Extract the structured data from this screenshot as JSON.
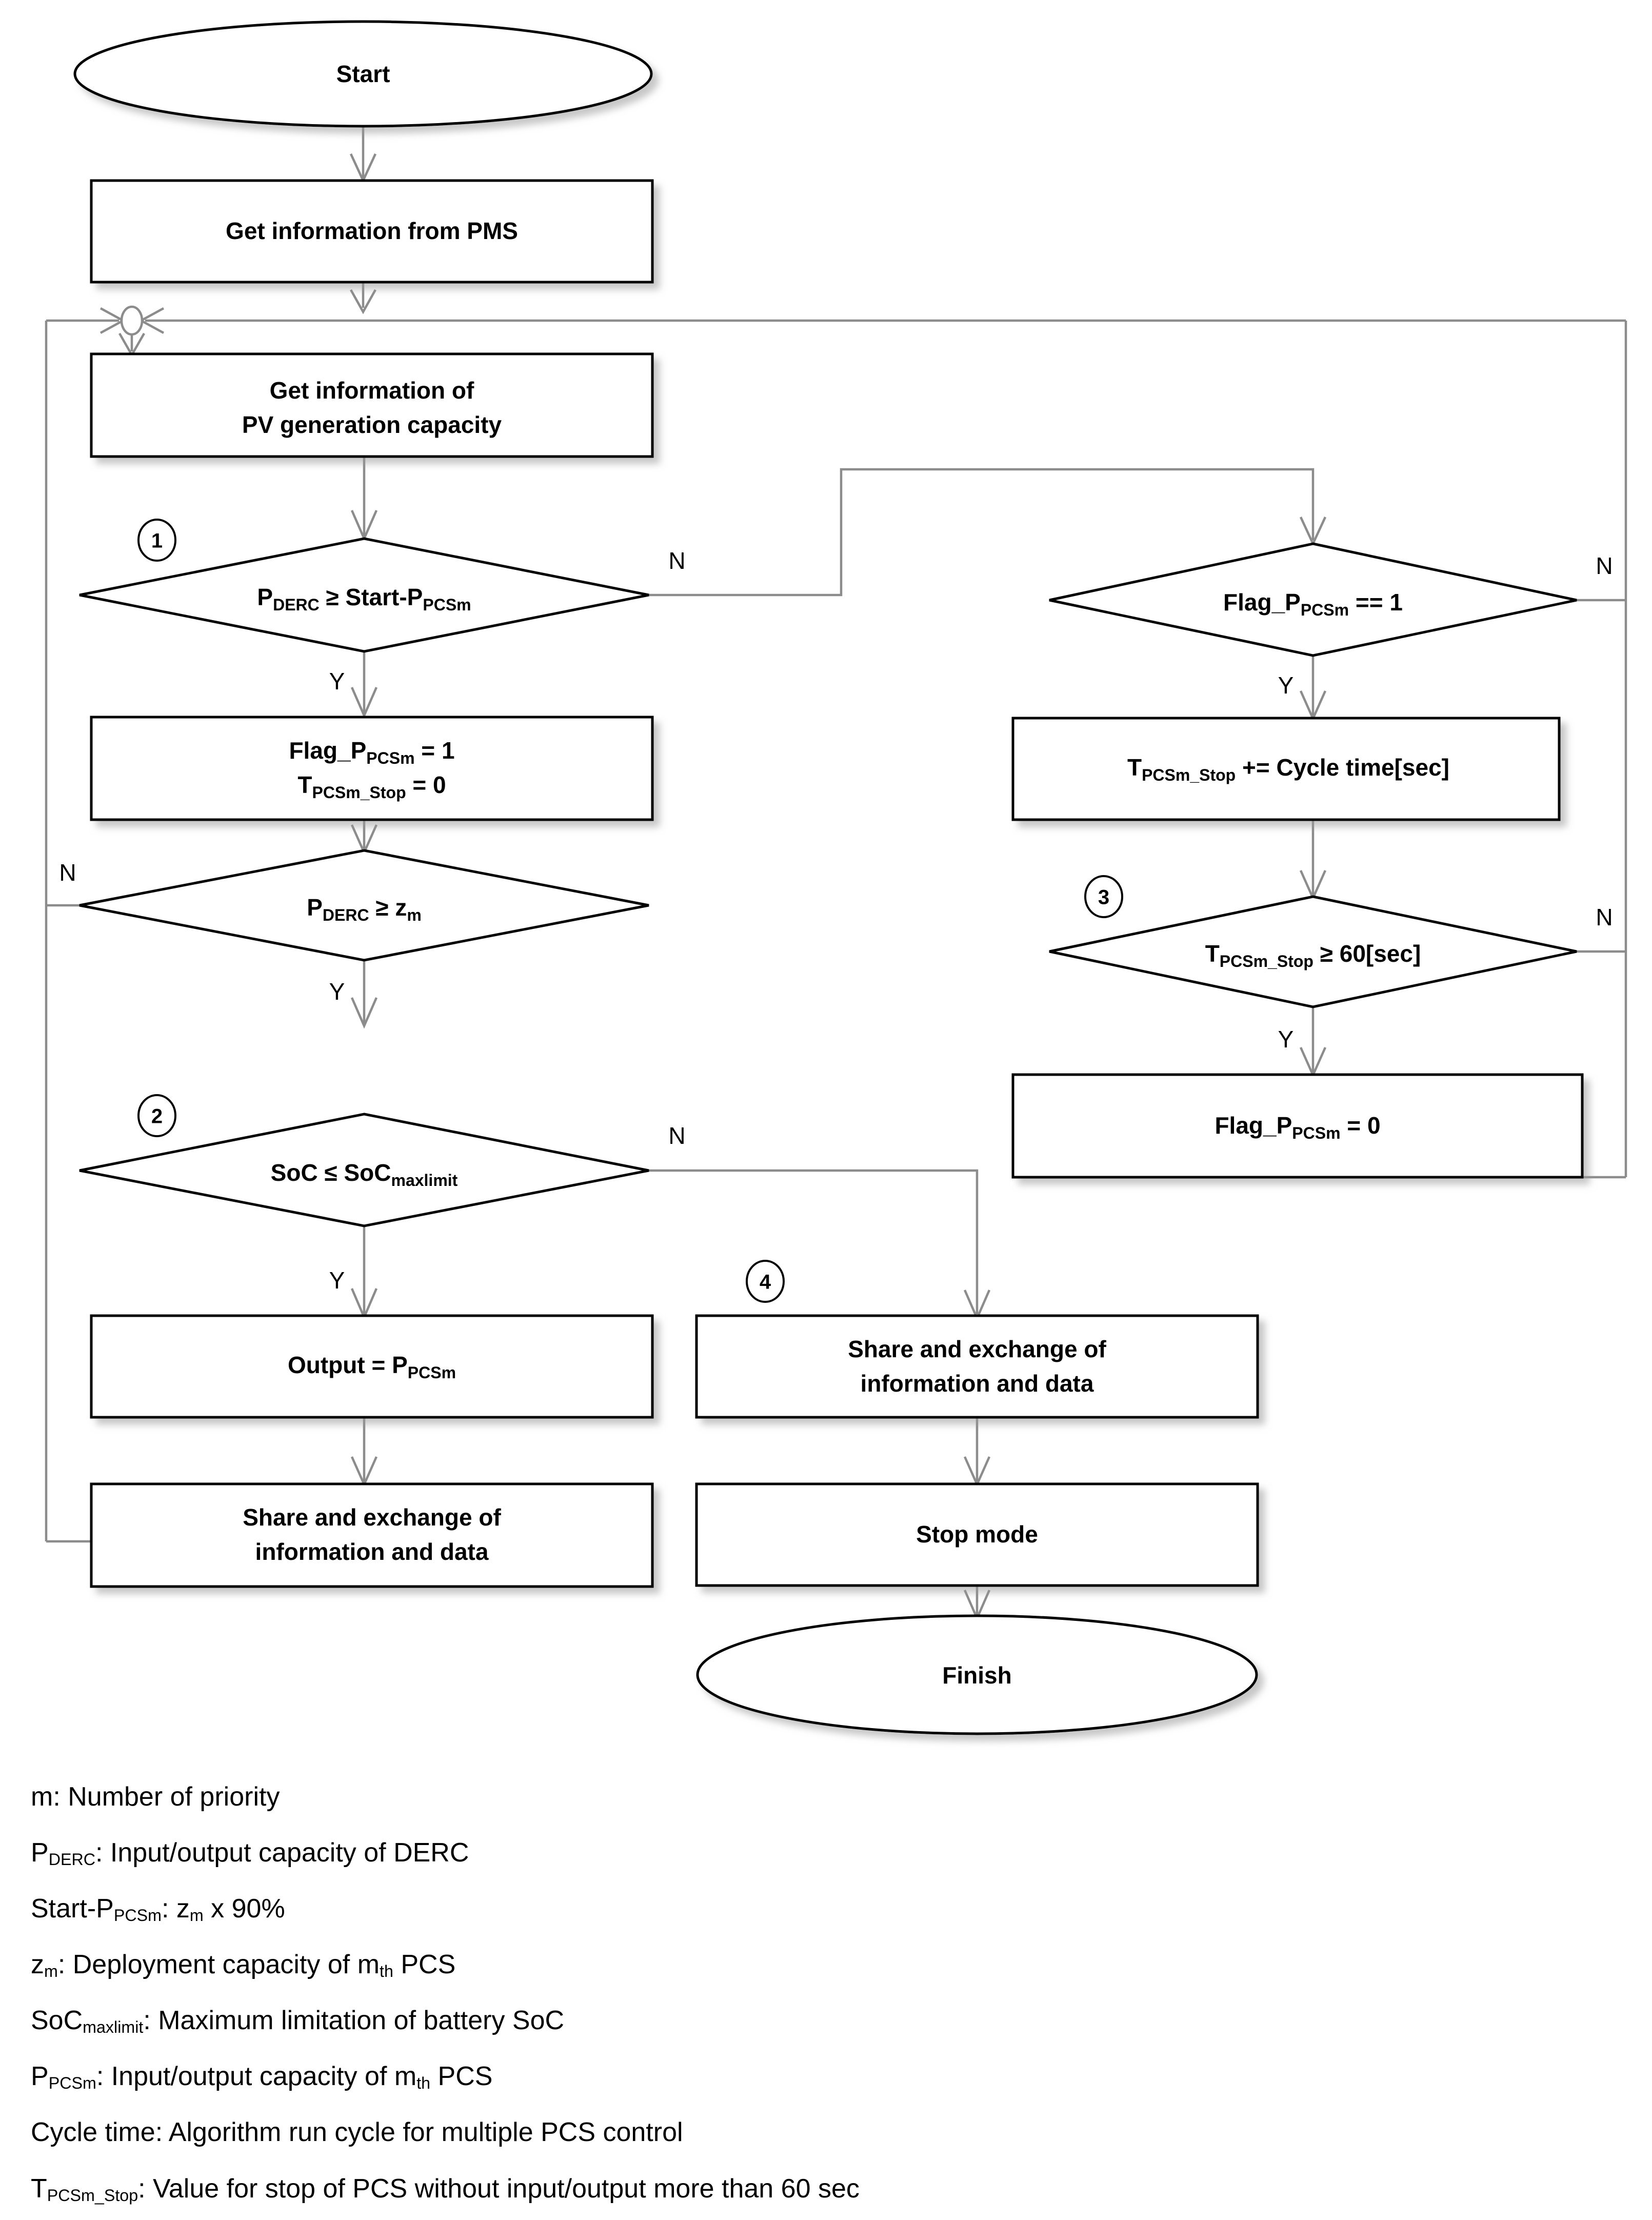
{
  "diagram": {
    "title": "PCS control algorithm flowchart",
    "colors": {
      "shape_stroke": "#000000",
      "connector": "#8c8c8c",
      "shape_fill": "#ffffff",
      "text": "#000000"
    },
    "nodes": {
      "start": {
        "label": "Start",
        "type": "terminator"
      },
      "get_info_pms": {
        "label": "Get information from PMS",
        "type": "process"
      },
      "get_info_pv_line1": {
        "label": "Get information of",
        "type": "process"
      },
      "get_info_pv_line2": {
        "label": "PV generation capacity",
        "type": "process"
      },
      "decision1": {
        "marker": "1",
        "text_main": "P",
        "text_sub1": "DERC",
        "text_mid": " ≥ Start-P",
        "text_sub2": "PCSm",
        "full": "P_DERC ≥ Start-P_PCSm",
        "type": "decision"
      },
      "flag_set": {
        "line1_main": "Flag_P",
        "line1_sub": "PCSm",
        "line1_tail": " = 1",
        "line2_main": "T",
        "line2_sub": "PCSm_Stop",
        "line2_tail": " = 0",
        "type": "process"
      },
      "decision_zm": {
        "text_main": "P",
        "text_sub1": "DERC",
        "text_mid": " ≥ z",
        "text_sub2": "m",
        "full": "P_DERC ≥ z_m",
        "type": "decision"
      },
      "decision_soc": {
        "marker": "2",
        "text_main": "SoC ≤ SoC",
        "text_sub1": "maxlimit",
        "full": "SoC ≤ SoC_maxlimit",
        "type": "decision"
      },
      "output_pcsm": {
        "text_main": "Output = P",
        "text_sub1": "PCSm",
        "full": "Output = P_PCSm",
        "type": "process"
      },
      "share_left_line1": {
        "label": "Share and exchange of",
        "type": "process"
      },
      "share_left_line2": {
        "label": "information and data",
        "type": "process"
      },
      "decision_flag": {
        "text_main": "Flag_P",
        "text_sub1": "PCSm",
        "text_tail": " == 1",
        "full": "Flag_P_PCSm == 1",
        "type": "decision"
      },
      "accumulate_time": {
        "text_main": "T",
        "text_sub1": "PCSm_Stop",
        "text_tail": " += Cycle time[sec]",
        "full": "T_PCSm_Stop += Cycle time[sec]",
        "type": "process"
      },
      "decision_60sec": {
        "marker": "3",
        "text_main": "T",
        "text_sub1": "PCSm_Stop",
        "text_tail": " ≥ 60[sec]",
        "full": "T_PCSm_Stop ≥ 60[sec]",
        "type": "decision"
      },
      "flag_clear": {
        "text_main": "Flag_P",
        "text_sub1": "PCSm",
        "text_tail": " = 0",
        "full": "Flag_P_PCSm = 0",
        "type": "process"
      },
      "share_right_line1": {
        "label": "Share and exchange of",
        "type": "process"
      },
      "share_right_line2": {
        "label": "information and data",
        "type": "process"
      },
      "share_right_marker": "4",
      "stop_mode": {
        "label": "Stop mode",
        "type": "process"
      },
      "finish": {
        "label": "Finish",
        "type": "terminator"
      }
    },
    "branch_labels": {
      "d1_no": "N",
      "d1_yes": "Y",
      "dzm_no": "N",
      "dzm_yes": "Y",
      "dsoc_no": "N",
      "dsoc_yes": "Y",
      "dflag_no": "N",
      "dflag_yes": "Y",
      "d60_no": "N",
      "d60_yes": "Y"
    },
    "markers": [
      "1",
      "2",
      "3",
      "4"
    ]
  },
  "legend": {
    "lines": [
      {
        "sym": "m",
        "sub": "",
        "rest": ": Number of priority"
      },
      {
        "sym": "P",
        "sub": "DERC",
        "rest": ": Input/output capacity of DERC"
      },
      {
        "sym": "Start-P",
        "sub": "PCSm",
        "rest": ": z<sub>m</sub> x 90%"
      },
      {
        "sym": "z",
        "sub": "m",
        "rest": ": Deployment capacity of m<sub>th</sub> PCS"
      },
      {
        "sym": "SoC",
        "sub": "maxlimit",
        "rest": ": Maximum limitation of battery SoC"
      },
      {
        "sym": "P",
        "sub": "PCSm",
        "rest": ": Input/output capacity of m<sub>th</sub> PCS"
      },
      {
        "sym": "Cycle time",
        "sub": "",
        "rest": ": Algorithm run cycle for multiple PCS control"
      },
      {
        "sym": "T",
        "sub": "PCSm_Stop",
        "rest": ": Value for stop of PCS without input/output more than 60 sec"
      }
    ]
  }
}
